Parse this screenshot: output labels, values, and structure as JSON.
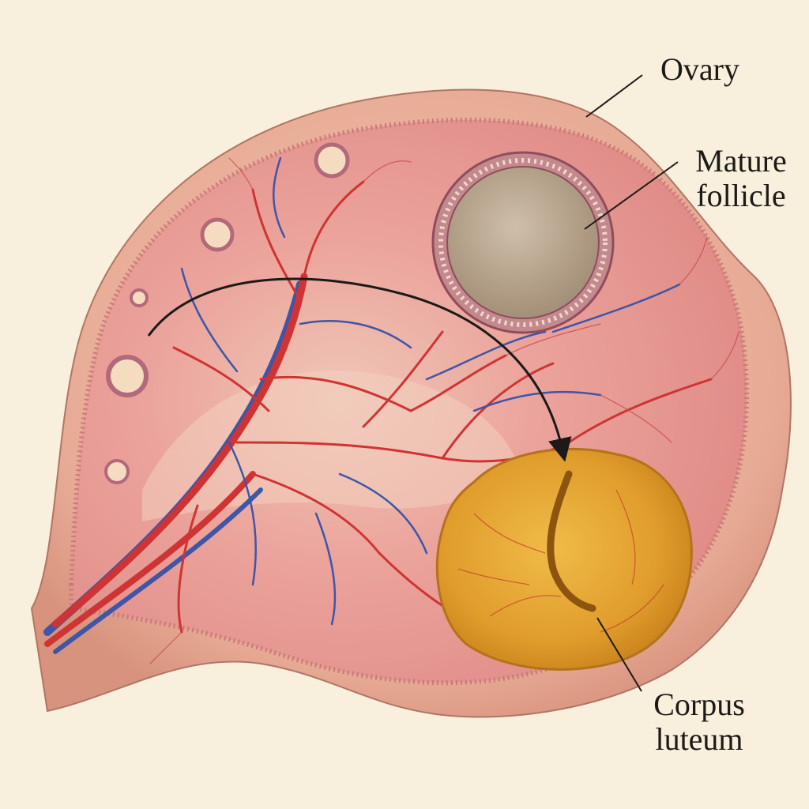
{
  "labels": {
    "ovary": "Ovary",
    "mature_follicle": {
      "line1": "Mature",
      "line2": "follicle"
    },
    "corpus_luteum": {
      "line1": "Corpus",
      "line2": "luteum"
    }
  },
  "colors": {
    "background": "#f8efdc",
    "ovary_outer": "#eab19a",
    "ovary_inner": "#e7978f",
    "cortex_border": "#c97a78",
    "artery": "#cf3434",
    "vein": "#3f55a8",
    "follicle_fill": "#b9a48c",
    "follicle_ring": "#b26a7a",
    "corpus_luteum": "#e2a12e",
    "corpus_luteum_dark": "#c27a17",
    "leader_line": "#1c1a17"
  },
  "icons": {
    "process_arrow": "curved-arrow-icon"
  }
}
